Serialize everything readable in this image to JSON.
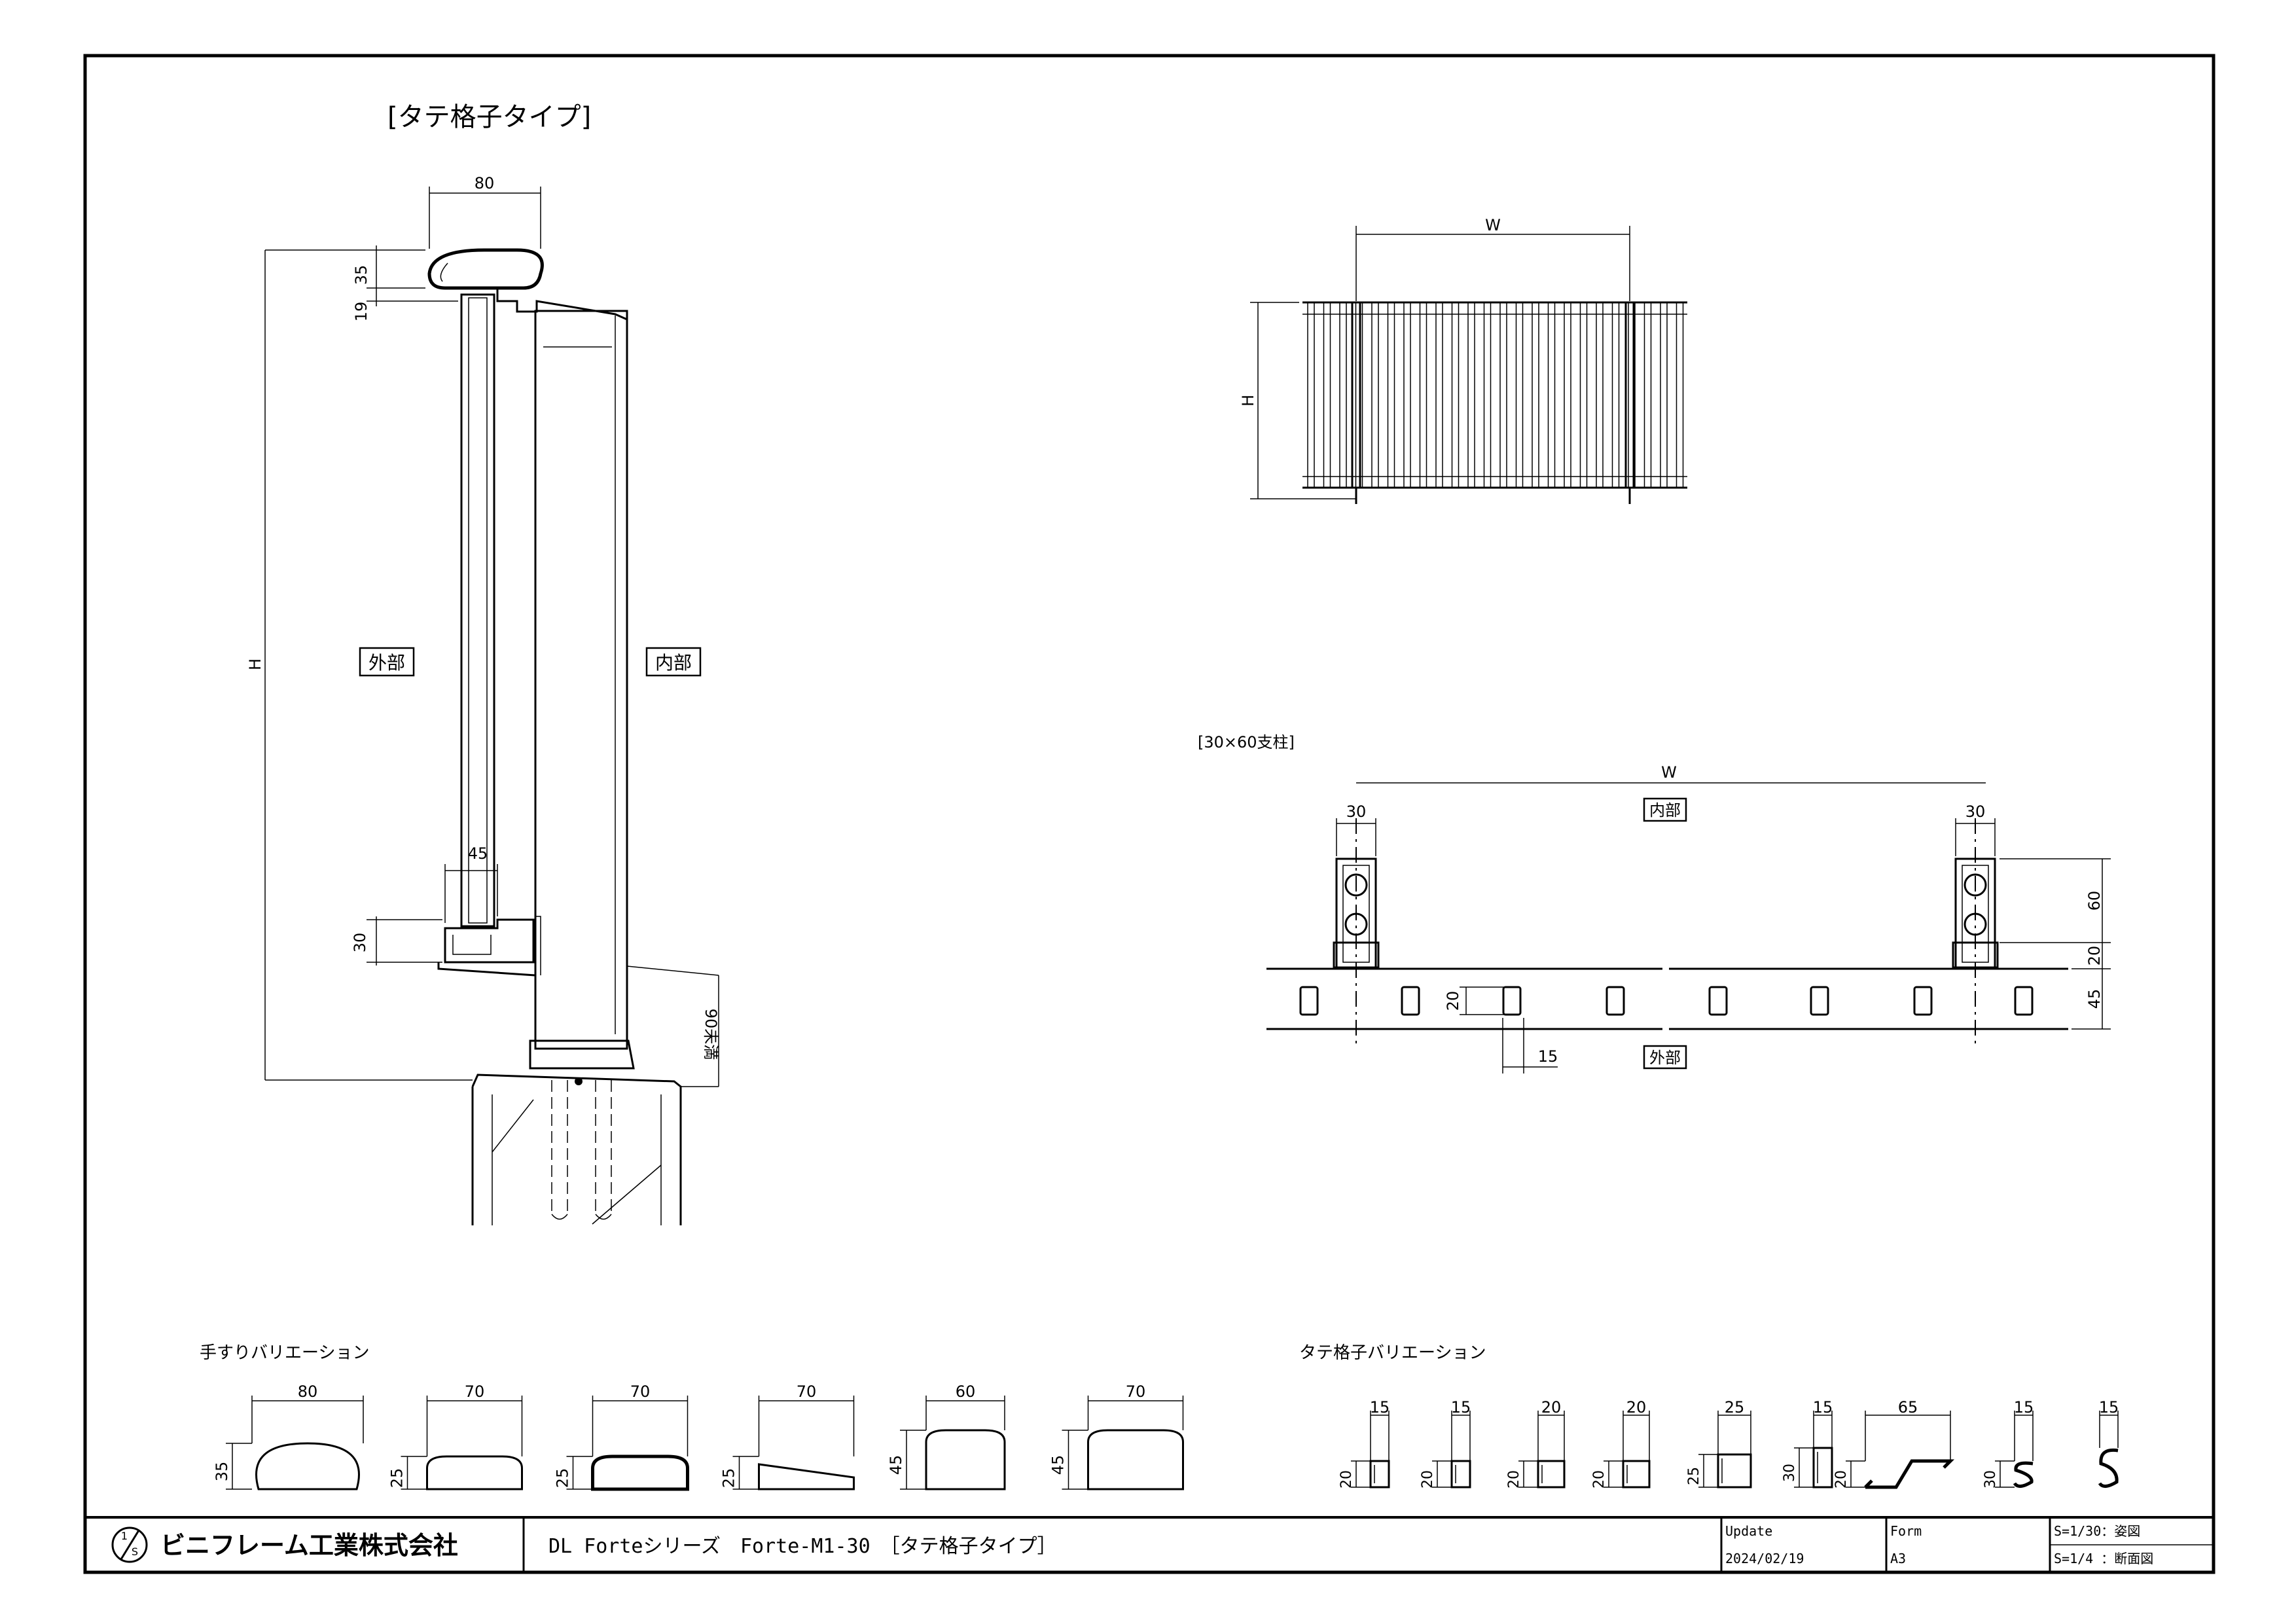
{
  "title": "[タテ格子タイプ]",
  "elevation": {
    "dim_top_width": "80",
    "dim_rail_height": "35",
    "dim_19": "19",
    "dim_total_height": "H",
    "dim_45": "45",
    "dim_30": "30",
    "dim_90": "90未満",
    "label_exterior": "外部",
    "label_interior": "内部"
  },
  "front_view": {
    "dim_width": "W",
    "dim_height": "H"
  },
  "plan_view": {
    "title": "[30×60支柱]",
    "dim_width": "W",
    "dim_post_left": "30",
    "dim_post_right": "30",
    "dim_60": "60",
    "dim_20_right": "20",
    "dim_45": "45",
    "dim_20_left": "20",
    "dim_15": "15",
    "label_interior": "内部",
    "label_exterior": "外部"
  },
  "handrail_variations": {
    "title": "手すりバリエーション",
    "items": [
      {
        "width": "80",
        "height": "35"
      },
      {
        "width": "70",
        "height": "25"
      },
      {
        "width": "70",
        "height": "25"
      },
      {
        "width": "70",
        "height": "25"
      },
      {
        "width": "60",
        "height": "45"
      },
      {
        "width": "70",
        "height": "45"
      }
    ]
  },
  "baluster_variations": {
    "title": "タテ格子バリエーション",
    "items": [
      {
        "width": "15",
        "height": "20"
      },
      {
        "width": "15",
        "height": "20"
      },
      {
        "width": "20",
        "height": "20"
      },
      {
        "width": "20",
        "height": "20"
      },
      {
        "width": "25",
        "height": "25"
      },
      {
        "width": "15",
        "height": "30"
      },
      {
        "width": "65",
        "height": "20"
      },
      {
        "width": "15",
        "height": "30"
      },
      {
        "width": "15",
        "height": ""
      }
    ]
  },
  "title_block": {
    "company": "ビニフレーム工業株式会社",
    "product": "DL Forteシリーズ　Forte-M1-30　［タテ格子タイプ］",
    "update_label": "Update",
    "update_date": "2024/02/19",
    "form_label": "Form",
    "form_value": "A3",
    "scale_1": "S=1/30：姿図",
    "scale_2": "S=1/4 ：断面図"
  }
}
